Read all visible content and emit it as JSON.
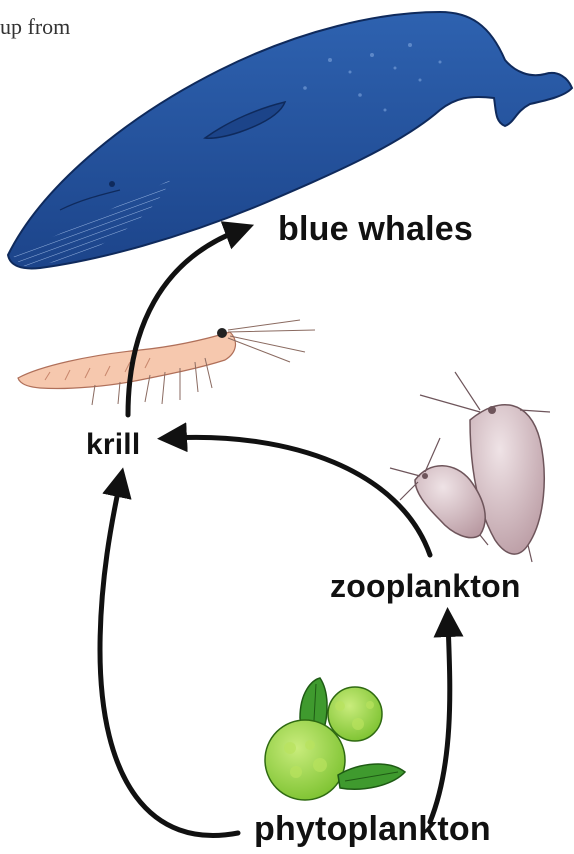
{
  "caption_fragment": "up from",
  "nodes": {
    "blue_whales": "blue whales",
    "krill": "krill",
    "zooplankton": "zooplankton",
    "phytoplankton": "phytoplankton"
  },
  "colors": {
    "whale": "#2a5aa6",
    "whale_dark": "#1b3f7e",
    "krill": "#f4c2a6",
    "zooplankton": "#d9c4c8",
    "phytoplankton_green": "#8ccc3a",
    "diatom_green": "#3f9a2e",
    "arrow": "#111111"
  },
  "icons": [
    "blue-whale-illustration",
    "krill-illustration",
    "zooplankton-illustration",
    "phytoplankton-illustration"
  ]
}
